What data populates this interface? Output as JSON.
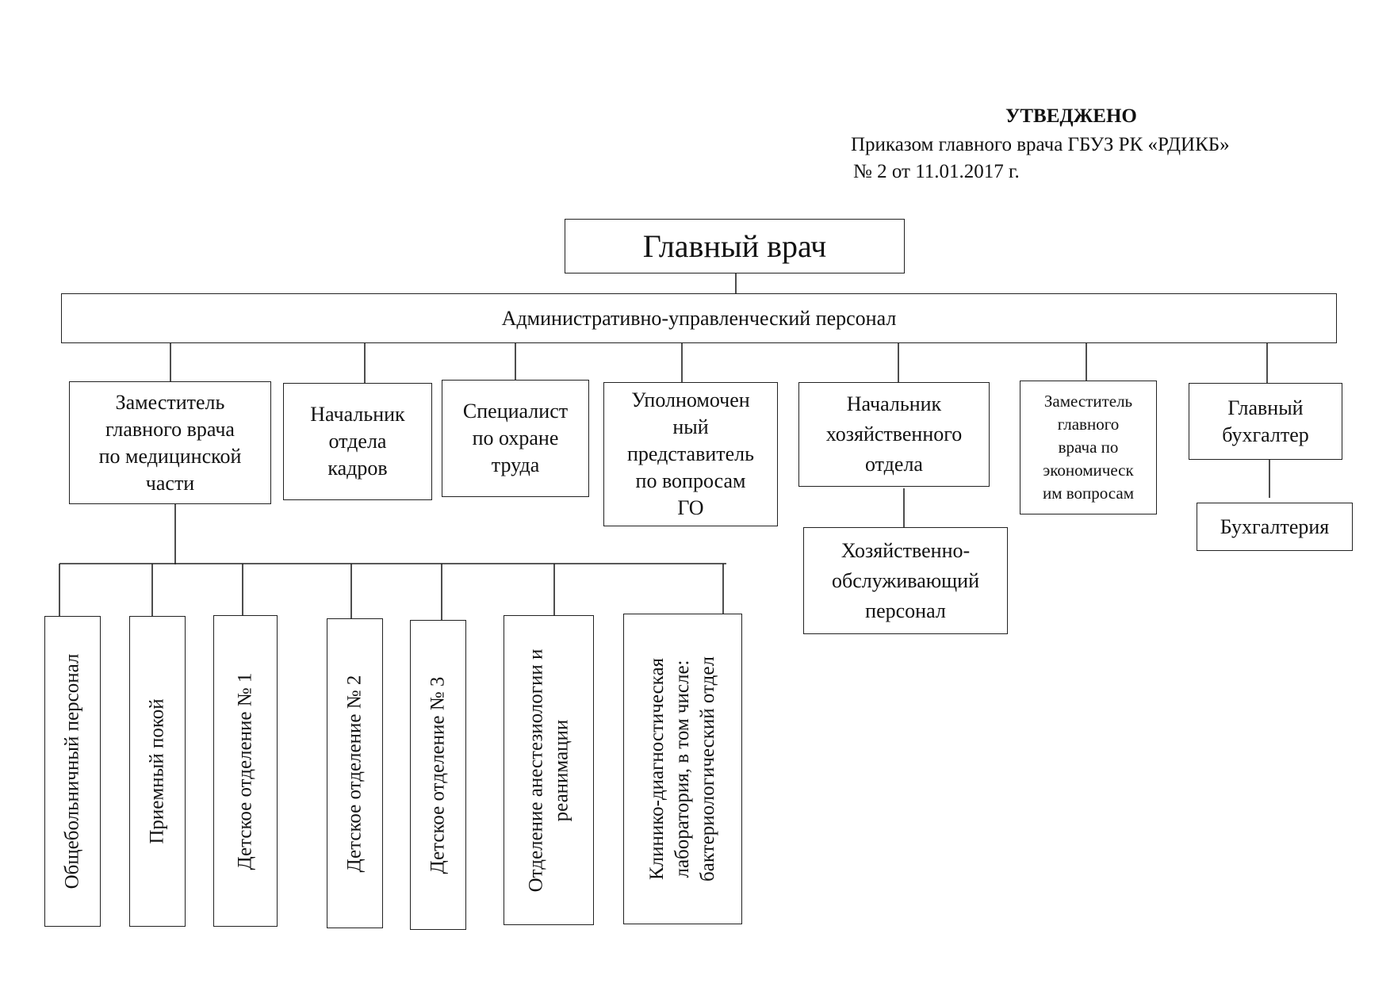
{
  "approval": {
    "title": "УТВЕДЖЕНО",
    "line1": "Приказом главного врача ГБУЗ РК «РДИКБ»",
    "line2": "№ 2 от 11.01.2017 г."
  },
  "nodes": {
    "chief": "Главный врач",
    "admin": "Административно-управленческий персонал",
    "deputy_med": [
      "Заместитель",
      "главного врача",
      "по медицинской",
      "части"
    ],
    "hr_head": [
      "Начальник",
      "отдела",
      "кадров"
    ],
    "safety": [
      "Специалист",
      "по  охране",
      "труда"
    ],
    "civil_defense": [
      "Уполномочен",
      "ный",
      "представитель",
      "по вопросам",
      "ГО"
    ],
    "household_head": [
      "Начальник",
      "хозяйственного",
      "отдела"
    ],
    "household_staff": [
      "Хозяйственно-",
      "обслуживающий",
      "персонал"
    ],
    "deputy_econ": [
      "Заместитель",
      "главного",
      "врача по",
      "экономическ",
      "им вопросам"
    ],
    "chief_accountant": [
      "Главный",
      "бухгалтер"
    ],
    "accounting": "Бухгалтерия"
  },
  "departments": [
    [
      "Общебольничный персонал"
    ],
    [
      "Приемный покой"
    ],
    [
      "Детское отделение № 1"
    ],
    [
      "Детское отделение № 2"
    ],
    [
      "Детское отделение № 3"
    ],
    [
      "Отделение анестезиологии и",
      "реанимации"
    ],
    [
      "Клинико-диагностическая",
      "лаборатория, в том числе:",
      "бактериологический отдел"
    ]
  ]
}
